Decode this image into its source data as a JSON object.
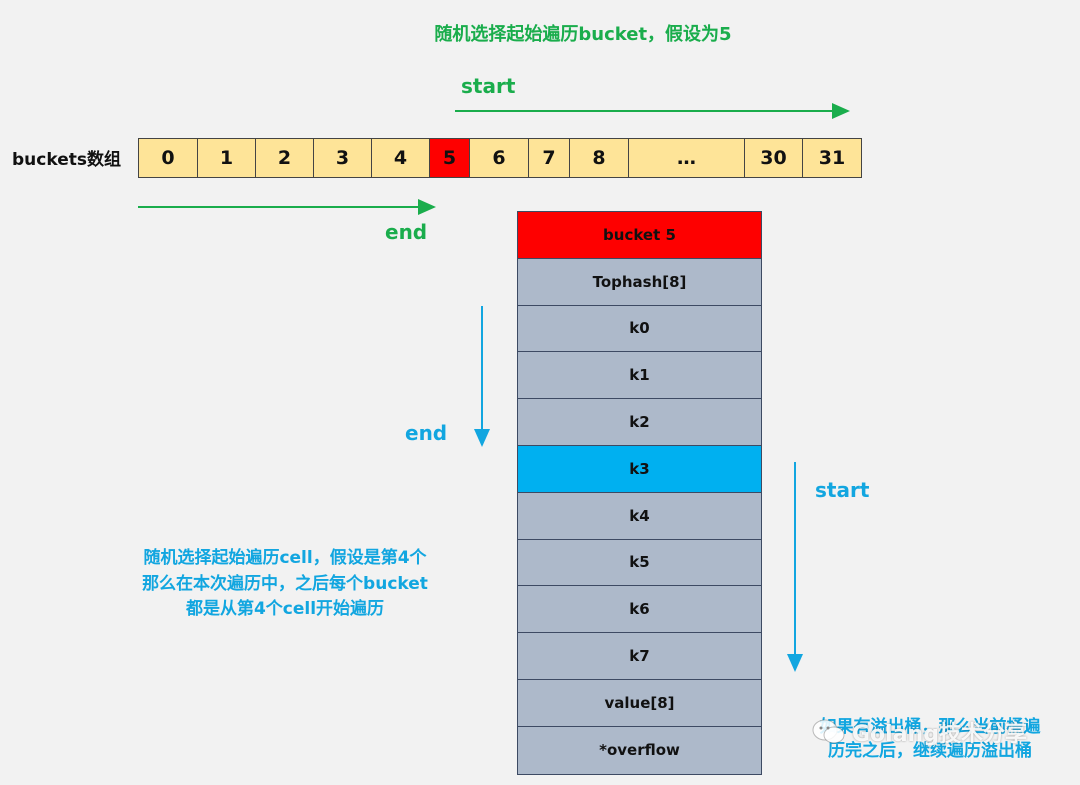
{
  "title": "随机选择起始遍历bucket，假设为5",
  "top_start_label": "start",
  "top_end_label": "end",
  "array_label": "buckets数组",
  "buckets": [
    {
      "label": "0",
      "highlight": false
    },
    {
      "label": "1",
      "highlight": false
    },
    {
      "label": "2",
      "highlight": false
    },
    {
      "label": "3",
      "highlight": false
    },
    {
      "label": "4",
      "highlight": false
    },
    {
      "label": "5",
      "highlight": true
    },
    {
      "label": "6",
      "highlight": false
    },
    {
      "label": "7",
      "highlight": false
    },
    {
      "label": "8",
      "highlight": false
    },
    {
      "label": "…",
      "highlight": false
    },
    {
      "label": "30",
      "highlight": false
    },
    {
      "label": "31",
      "highlight": false
    }
  ],
  "bucket_struct": [
    {
      "label": "bucket 5",
      "color": "#fe0000"
    },
    {
      "label": "Tophash[8]",
      "color": "#adb9ca"
    },
    {
      "label": "k0",
      "color": "#adb9ca"
    },
    {
      "label": "k1",
      "color": "#adb9ca"
    },
    {
      "label": "k2",
      "color": "#adb9ca"
    },
    {
      "label": "k3",
      "color": "#00b0f0"
    },
    {
      "label": "k4",
      "color": "#adb9ca"
    },
    {
      "label": "k5",
      "color": "#adb9ca"
    },
    {
      "label": "k6",
      "color": "#adb9ca"
    },
    {
      "label": "k7",
      "color": "#adb9ca"
    },
    {
      "label": "value[8]",
      "color": "#adb9ca"
    },
    {
      "label": "*overflow",
      "color": "#adb9ca"
    }
  ],
  "cell_end_label": "end",
  "cell_start_label": "start",
  "note_left": {
    "line1": "随机选择起始遍历cell，假设是第4个",
    "line2": "那么在本次遍历中，之后每个bucket",
    "line3": "都是从第4个cell开始遍历"
  },
  "note_right": {
    "line1": "如果有溢出桶，那么当前桶遍",
    "line2": "历完之后，继续遍历溢出桶"
  },
  "watermark": "Golang技术分享",
  "colors": {
    "green": "#1aad4c",
    "blue": "#12a6e0",
    "cell_yellow": "#fee498",
    "highlight_red": "#fe0000",
    "highlight_blue": "#00b0f0",
    "struct_gray": "#adb9ca"
  }
}
